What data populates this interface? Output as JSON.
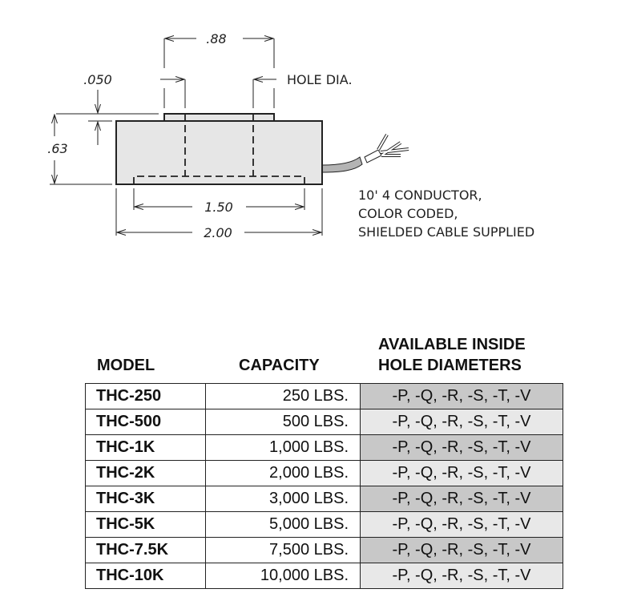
{
  "drawing": {
    "dim_hole_spacing": ".88",
    "dim_boss_height": ".050",
    "dim_height": ".63",
    "dim_inner": "1.50",
    "dim_width": "2.00",
    "hole_label": "HOLE DIA.",
    "cable_note": [
      "10' 4 CONDUCTOR,",
      "COLOR CODED,",
      "SHIELDED CABLE SUPPLIED"
    ]
  },
  "table": {
    "headers": {
      "model": "MODEL",
      "capacity": "CAPACITY",
      "holes_line1": "AVAILABLE INSIDE",
      "holes_line2": "HOLE DIAMETERS"
    },
    "rows": [
      {
        "model": "THC-250",
        "capacity": "250 LBS.",
        "holes": "-P, -Q, -R, -S, -T, -V"
      },
      {
        "model": "THC-500",
        "capacity": "500 LBS.",
        "holes": "-P, -Q, -R, -S, -T, -V"
      },
      {
        "model": "THC-1K",
        "capacity": "1,000 LBS.",
        "holes": "-P, -Q, -R, -S, -T, -V"
      },
      {
        "model": "THC-2K",
        "capacity": "2,000 LBS.",
        "holes": "-P, -Q, -R, -S, -T, -V"
      },
      {
        "model": "THC-3K",
        "capacity": "3,000 LBS.",
        "holes": "-P, -Q, -R, -S, -T, -V"
      },
      {
        "model": "THC-5K",
        "capacity": "5,000 LBS.",
        "holes": "-P, -Q, -R, -S, -T, -V"
      },
      {
        "model": "THC-7.5K",
        "capacity": "7,500 LBS.",
        "holes": "-P, -Q, -R, -S, -T, -V"
      },
      {
        "model": "THC-10K",
        "capacity": "10,000 LBS.",
        "holes": "-P, -Q, -R, -S, -T, -V"
      }
    ]
  }
}
